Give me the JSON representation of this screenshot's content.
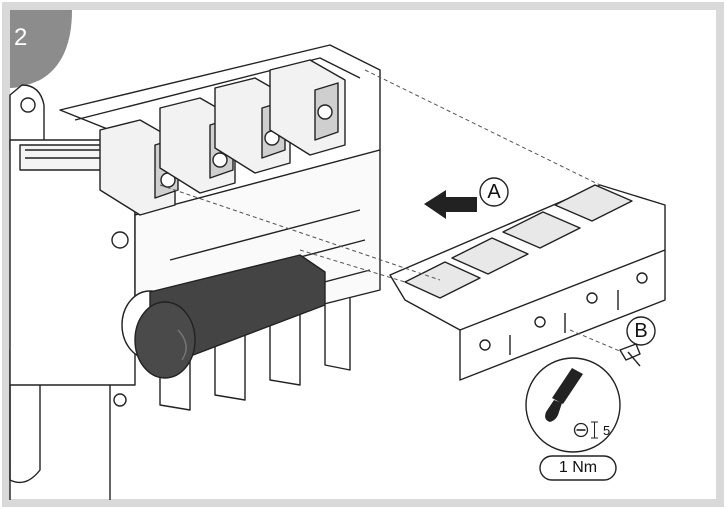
{
  "step": {
    "number": "2"
  },
  "callouts": {
    "a": "A",
    "b": "B"
  },
  "tool": {
    "icon": "screwdriver-icon",
    "slot_icon": "slotted-screw-icon",
    "depth": "5",
    "torque": "1 Nm"
  },
  "colors": {
    "frame": "#d9d9d9",
    "badge": "#8c8c8c",
    "line": "#222222",
    "fill": "#ffffff",
    "dark": "#444444",
    "shade": "#e4e4e4"
  }
}
